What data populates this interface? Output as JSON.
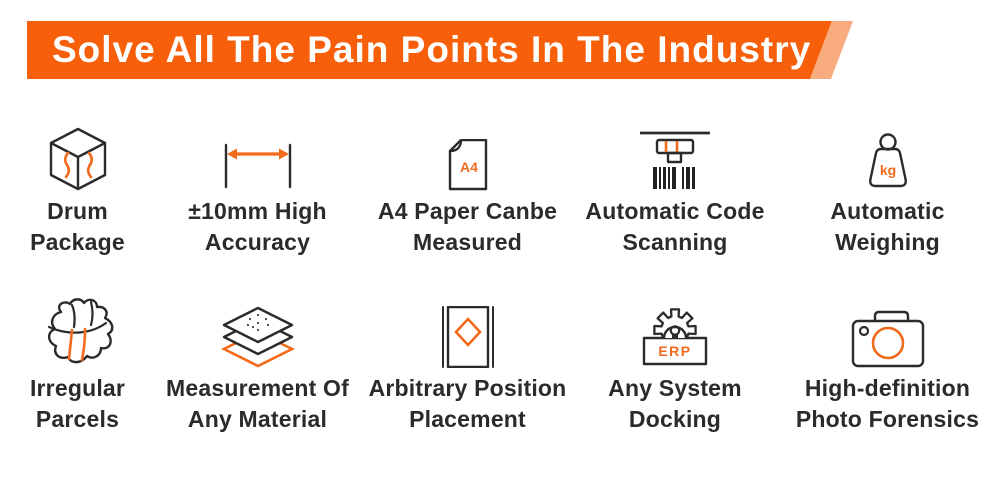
{
  "banner": {
    "title": "Solve All The Pain Points In The Industry",
    "bg_color": "#F75F0B",
    "accent_strip_color": "#F9AB80",
    "text_color": "#ffffff"
  },
  "icon_style": {
    "stroke_color": "#2b2b2b",
    "accent_color": "#F26A1C"
  },
  "features": [
    {
      "name": "drum-package",
      "icon": "cube-package-icon",
      "label_line1": "Drum",
      "label_line2": "Package"
    },
    {
      "name": "high-accuracy",
      "icon": "width-measure-icon",
      "label_line1": "±10mm High",
      "label_line2": "Accuracy"
    },
    {
      "name": "a4-paper-measured",
      "icon": "a4-paper-icon",
      "label_line1": "A4 Paper Canbe",
      "label_line2": "Measured",
      "icon_text": "A4"
    },
    {
      "name": "auto-code-scanning",
      "icon": "barcode-scanner-icon",
      "label_line1": "Automatic Code",
      "label_line2": "Scanning"
    },
    {
      "name": "auto-weighing",
      "icon": "weight-kg-icon",
      "label_line1": "Automatic",
      "label_line2": "Weighing",
      "icon_text": "kg"
    },
    {
      "name": "irregular-parcels",
      "icon": "irregular-parcel-icon",
      "label_line1": "Irregular",
      "label_line2": "Parcels"
    },
    {
      "name": "any-material",
      "icon": "material-layers-icon",
      "label_line1": "Measurement Of",
      "label_line2": "Any Material"
    },
    {
      "name": "arbitrary-position",
      "icon": "belt-position-icon",
      "label_line1": "Arbitrary Position",
      "label_line2": "Placement"
    },
    {
      "name": "any-system-docking",
      "icon": "erp-gear-icon",
      "label_line1": "Any System",
      "label_line2": "Docking",
      "icon_text": "ERP"
    },
    {
      "name": "photo-forensics",
      "icon": "camera-icon",
      "label_line1": "High-definition",
      "label_line2": "Photo Forensics"
    }
  ]
}
